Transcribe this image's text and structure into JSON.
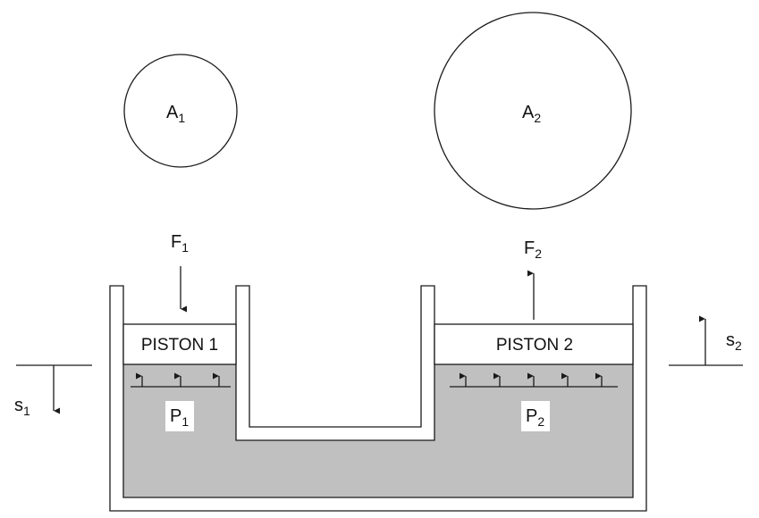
{
  "colors": {
    "line": "#1a1a1a",
    "fluid": "#c0c0c0",
    "piston": "#ffffff",
    "background": "#ffffff"
  },
  "area1": {
    "letter": "A",
    "sub": "1"
  },
  "area2": {
    "letter": "A",
    "sub": "2"
  },
  "force1": {
    "letter": "F",
    "sub": "1"
  },
  "force2": {
    "letter": "F",
    "sub": "2"
  },
  "displacement1": {
    "letter": "s",
    "sub": "1"
  },
  "displacement2": {
    "letter": "s",
    "sub": "2"
  },
  "pressure1": {
    "letter": "P",
    "sub": "1"
  },
  "pressure2": {
    "letter": "P",
    "sub": "2"
  },
  "piston1": {
    "label": "PISTON 1"
  },
  "piston2": {
    "label": "PISTON 2"
  }
}
